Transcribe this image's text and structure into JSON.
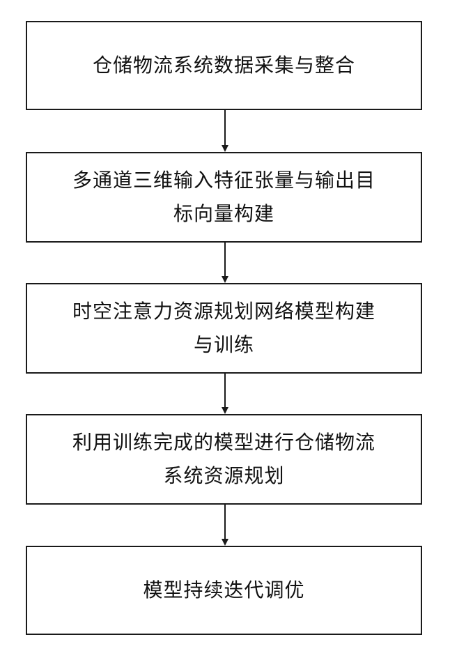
{
  "flowchart": {
    "steps": [
      {
        "text": "仓储物流系统数据采集与整合"
      },
      {
        "text": "多通道三维输入特征张量与输出目标向量构建"
      },
      {
        "text": "时空注意力资源规划网络模型构建与训练"
      },
      {
        "text": "利用训练完成的模型进行仓储物流系统资源规划"
      },
      {
        "text": "模型持续迭代调优"
      }
    ],
    "colors": {
      "border": "#1a1a1a",
      "background": "#ffffff",
      "text": "#111111"
    }
  }
}
